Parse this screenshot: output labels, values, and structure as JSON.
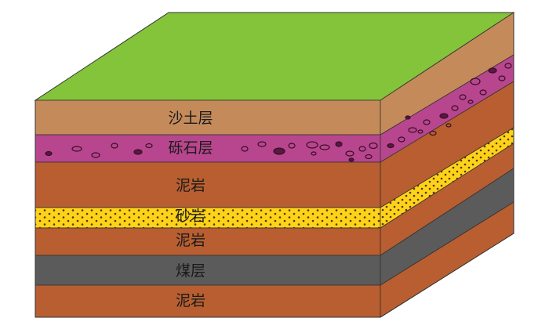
{
  "diagram": {
    "surface": {
      "name": "grass-surface",
      "color": "#84c43a"
    },
    "layers": [
      {
        "key": "sandy-soil",
        "label": "沙土层",
        "color": "#c48a5a",
        "pattern": "none"
      },
      {
        "key": "gravel",
        "label": "砾石层",
        "color": "#b8468e",
        "pattern": "ovals"
      },
      {
        "key": "mudstone-1",
        "label": "泥岩",
        "color": "#b85e30",
        "pattern": "none"
      },
      {
        "key": "sandstone",
        "label": "砂岩",
        "color": "#ffd21a",
        "pattern": "dots"
      },
      {
        "key": "mudstone-2",
        "label": "泥岩",
        "color": "#b85e30",
        "pattern": "none"
      },
      {
        "key": "coal",
        "label": "煤层",
        "color": "#5b5b5b",
        "pattern": "none"
      },
      {
        "key": "mudstone-3",
        "label": "泥岩",
        "color": "#b85e30",
        "pattern": "none"
      }
    ]
  }
}
